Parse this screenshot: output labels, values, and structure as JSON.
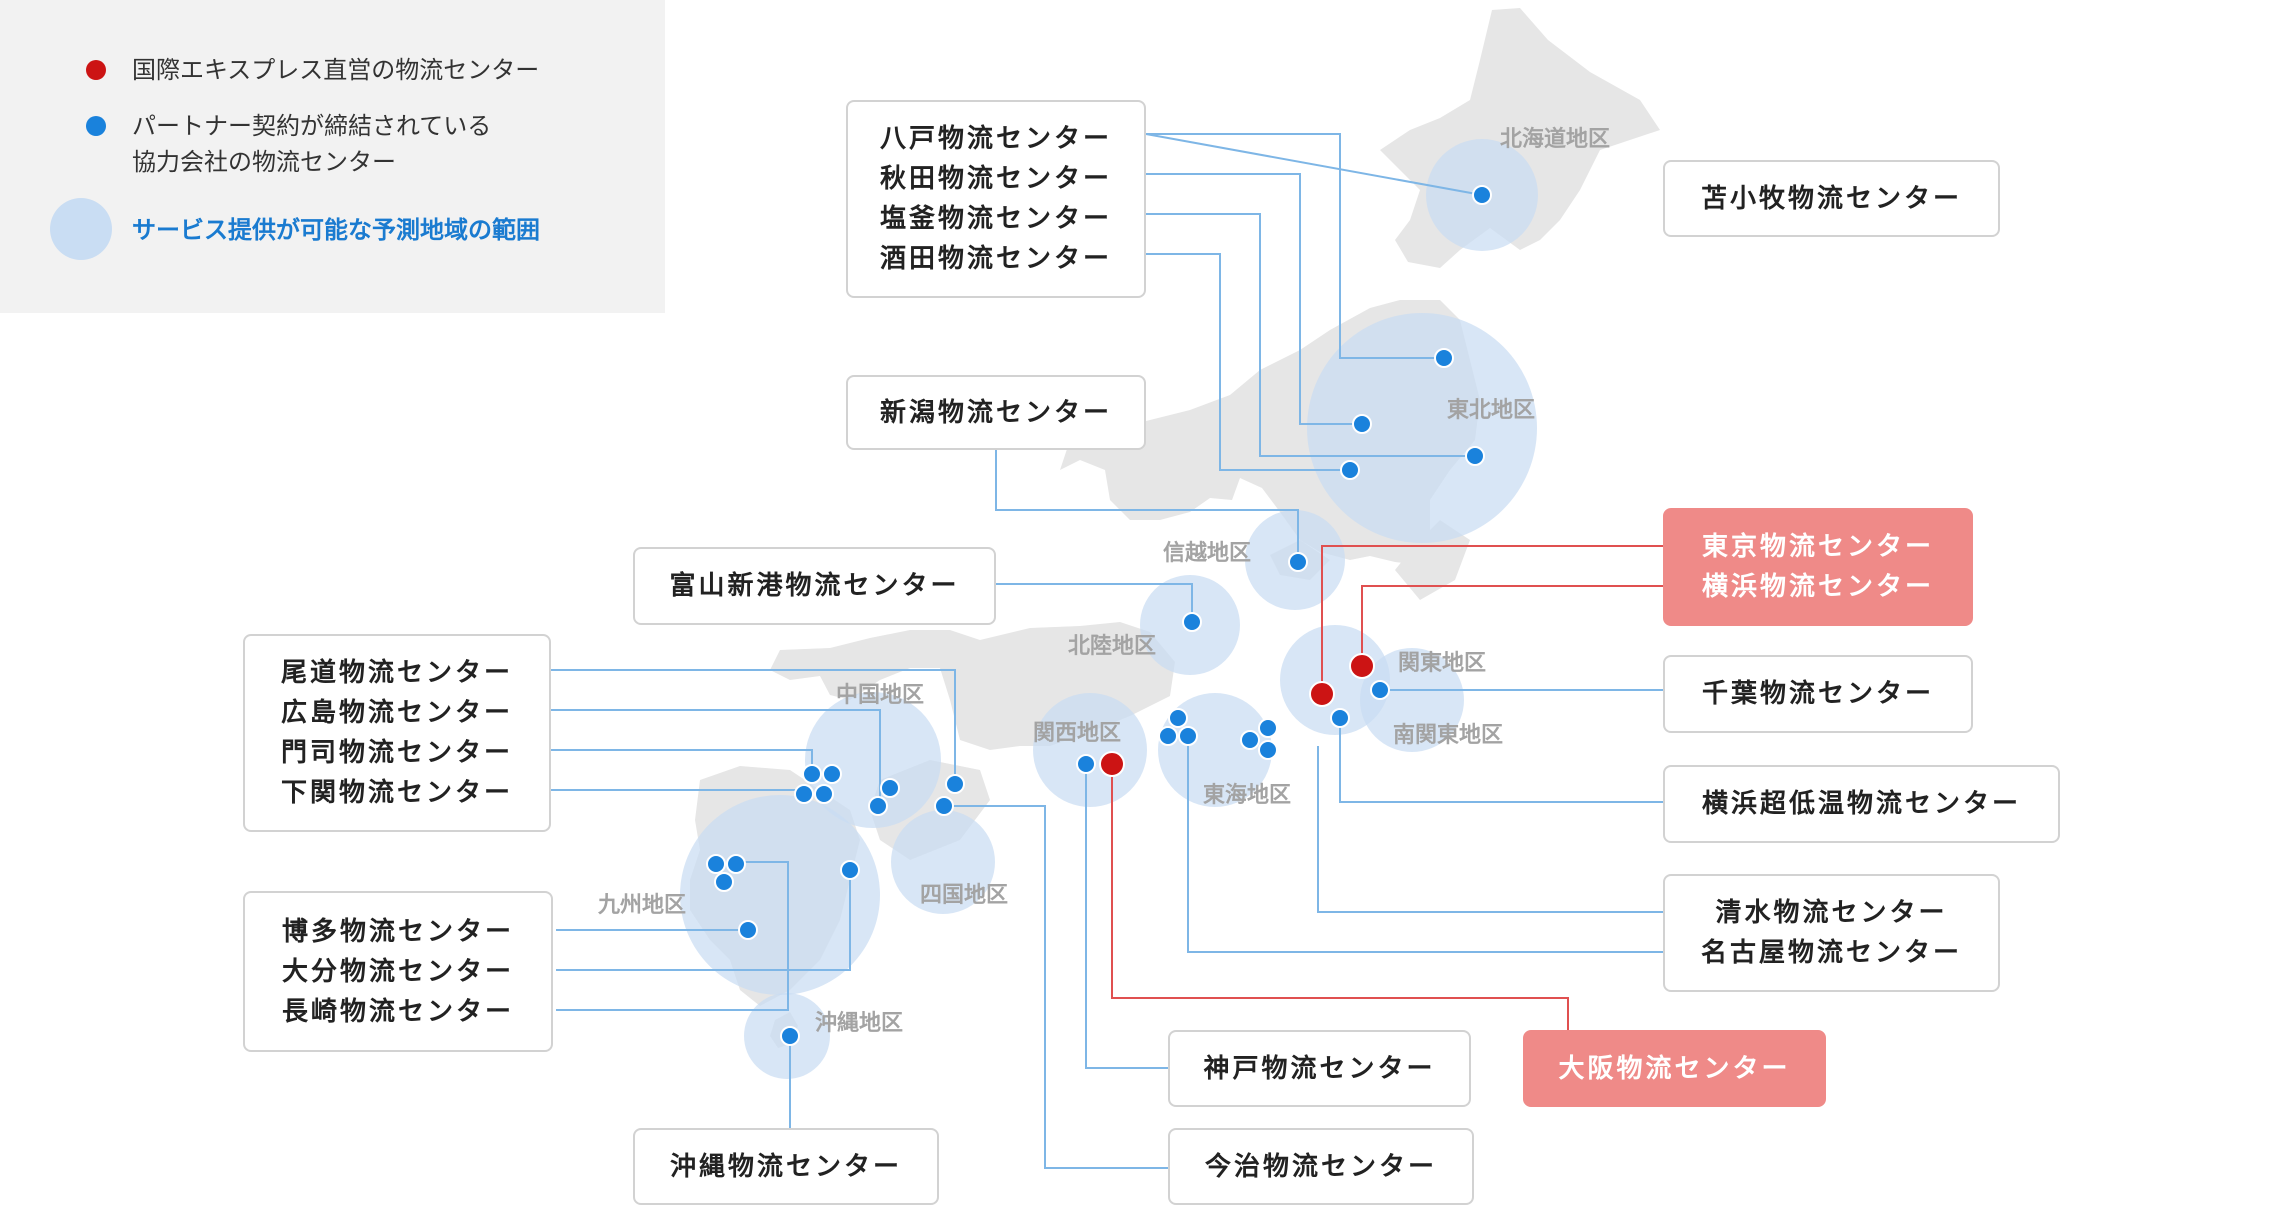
{
  "legend": {
    "direct": "国際エキスプレス直営の物流センター",
    "partner_line1": "パートナー契約が締結されている",
    "partner_line2": "協力会社の物流センター",
    "coverage": "サービス提供が可能な予測地域の範囲"
  },
  "colors": {
    "direct_dot": "#cc1414",
    "partner_dot": "#1a82dc",
    "coverage_circle": "#c9ddf3",
    "land": "#e6e6e6",
    "red_box": "#ef8a88",
    "blue_line": "#7eb6e6",
    "red_line": "#e05050",
    "coverage_text": "#1a7bd0"
  },
  "regions": {
    "hokkaido": "北海道地区",
    "tohoku": "東北地区",
    "shinetsu": "信越地区",
    "hokuriku": "北陸地区",
    "kanto": "関東地区",
    "minami_kanto": "南関東地区",
    "tokai": "東海地区",
    "kansai": "関西地区",
    "chugoku": "中国地区",
    "shikoku": "四国地区",
    "kyushu": "九州地区",
    "okinawa": "沖縄地区"
  },
  "centers": {
    "tohoku_group": [
      "八戸物流センター",
      "秋田物流センター",
      "塩釜物流センター",
      "酒田物流センター"
    ],
    "tomakomai": "苫小牧物流センター",
    "niigata": "新潟物流センター",
    "tokyo_yokohama": [
      "東京物流センター",
      "横浜物流センター"
    ],
    "toyama": "富山新港物流センター",
    "chiba": "千葉物流センター",
    "chugoku_group": [
      "尾道物流センター",
      "広島物流センター",
      "門司物流センター",
      "下関物流センター"
    ],
    "yokohama_cold": "横浜超低温物流センター",
    "shimizu_nagoya": [
      "清水物流センター",
      "名古屋物流センター"
    ],
    "kyushu_group": [
      "博多物流センター",
      "大分物流センター",
      "長崎物流センター"
    ],
    "osaka": "大阪物流センター",
    "kobe": "神戸物流センター",
    "okinawa": "沖縄物流センター",
    "imabari": "今治物流センター"
  }
}
